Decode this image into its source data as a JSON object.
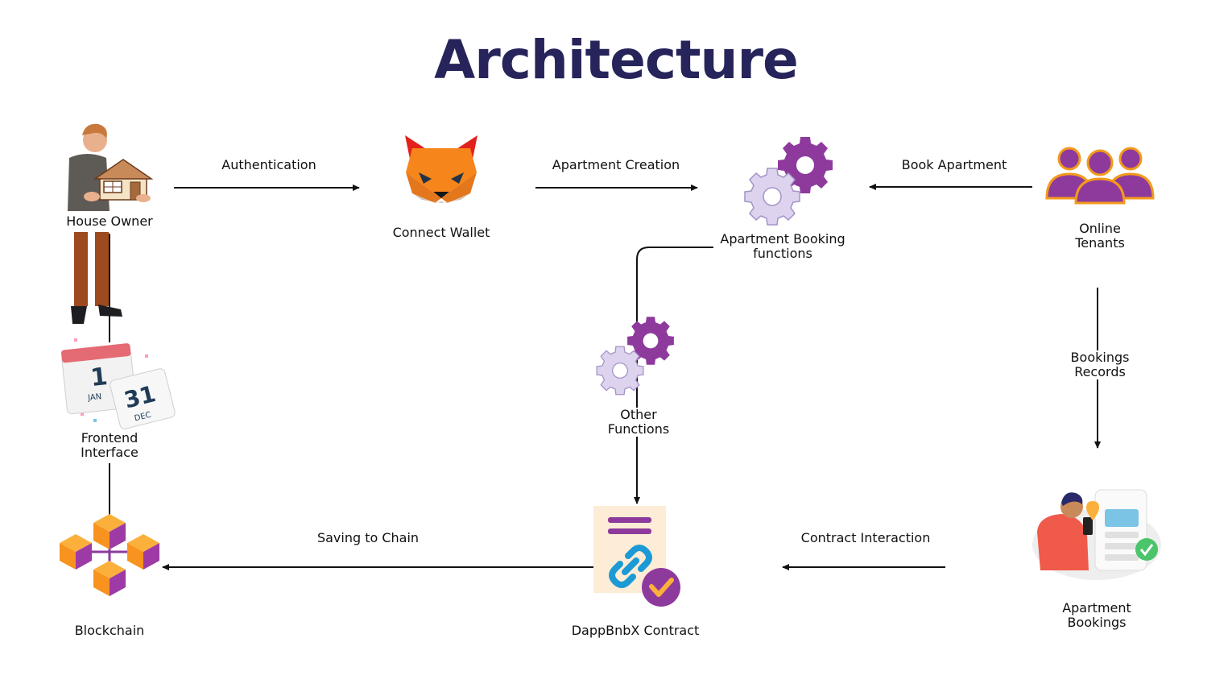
{
  "title": "Architecture",
  "nodes": {
    "house_owner": "House Owner",
    "connect_wallet": "Connect Wallet",
    "booking_functions_1": "Apartment Booking",
    "booking_functions_2": "functions",
    "online_tenants_1": "Online",
    "online_tenants_2": "Tenants",
    "other_functions_1": "Other",
    "other_functions_2": "Functions",
    "bookings_records_1": "Bookings",
    "bookings_records_2": "Records",
    "frontend_1": "Frontend",
    "frontend_2": "Interface",
    "blockchain": "Blockchain",
    "contract": "DappBnbX Contract",
    "apartment_bookings_1": "Apartment",
    "apartment_bookings_2": "Bookings"
  },
  "edges": {
    "authentication": "Authentication",
    "apartment_creation": "Apartment Creation",
    "book_apartment": "Book Apartment",
    "saving_to_chain": "Saving to Chain",
    "contract_interaction": "Contract Interaction"
  },
  "calendar": {
    "day1": "1",
    "month1": "JAN",
    "day2": "31",
    "month2": "DEC"
  },
  "colors": {
    "title": "#26245a",
    "purple": "#8e3a9d",
    "lavender": "#ddd3ef",
    "orange": "#f39a1c"
  },
  "icons": [
    "person-house-icon",
    "metamask-fox-icon",
    "gears-icon",
    "users-icon",
    "calendar-icon",
    "blockchain-cubes-icon",
    "contract-link-icon",
    "phone-booking-icon"
  ]
}
